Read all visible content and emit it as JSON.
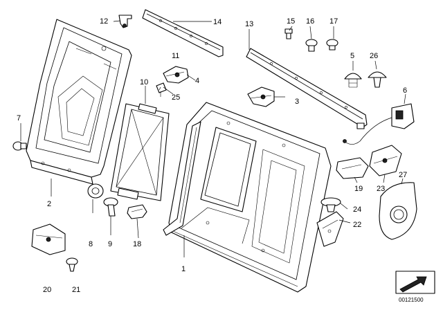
{
  "diagram": {
    "callouts": [
      {
        "id": "1",
        "label": "1"
      },
      {
        "id": "2",
        "label": "2"
      },
      {
        "id": "3",
        "label": "3"
      },
      {
        "id": "4",
        "label": "4"
      },
      {
        "id": "5",
        "label": "5"
      },
      {
        "id": "6",
        "label": "6"
      },
      {
        "id": "7",
        "label": "7"
      },
      {
        "id": "8",
        "label": "8"
      },
      {
        "id": "9",
        "label": "9"
      },
      {
        "id": "10",
        "label": "10"
      },
      {
        "id": "11",
        "label": "11"
      },
      {
        "id": "12",
        "label": "12"
      },
      {
        "id": "13",
        "label": "13"
      },
      {
        "id": "14",
        "label": "14"
      },
      {
        "id": "15",
        "label": "15"
      },
      {
        "id": "16",
        "label": "16"
      },
      {
        "id": "17",
        "label": "17"
      },
      {
        "id": "18",
        "label": "18"
      },
      {
        "id": "19",
        "label": "19"
      },
      {
        "id": "20",
        "label": "20"
      },
      {
        "id": "21",
        "label": "21"
      },
      {
        "id": "22",
        "label": "22"
      },
      {
        "id": "23",
        "label": "23"
      },
      {
        "id": "24",
        "label": "24"
      },
      {
        "id": "25",
        "label": "25"
      },
      {
        "id": "26",
        "label": "26"
      },
      {
        "id": "27",
        "label": "27"
      }
    ],
    "reference_number": "00121500"
  }
}
